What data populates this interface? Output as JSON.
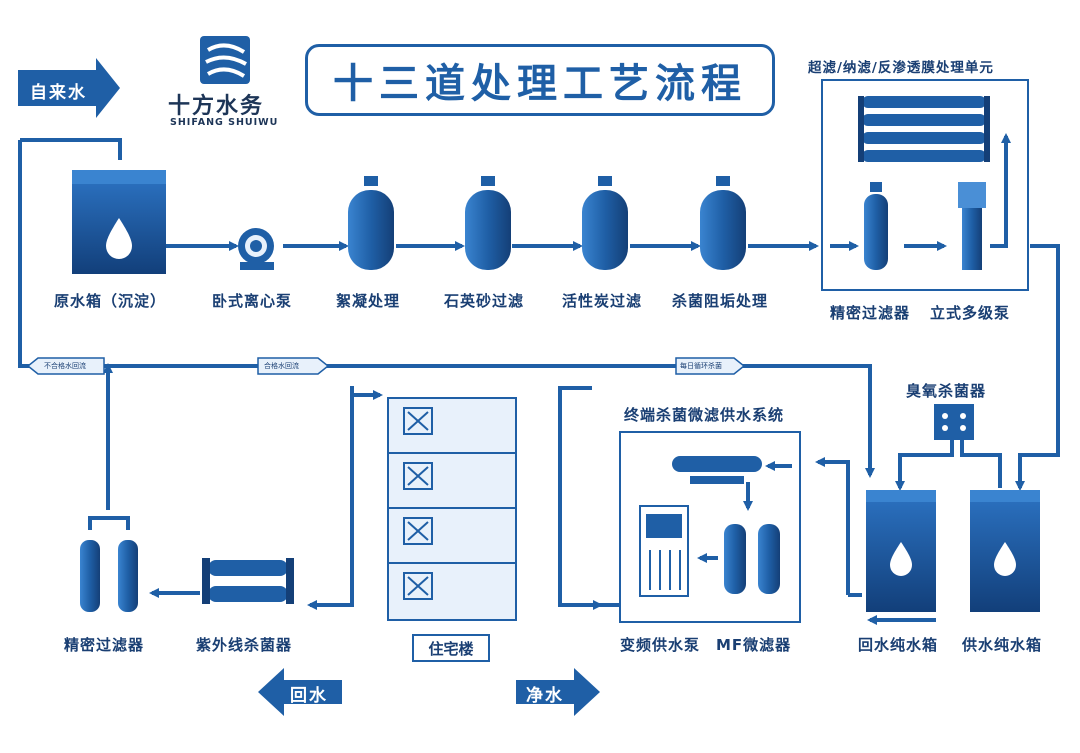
{
  "title": "十三道处理工艺流程",
  "logo": {
    "name": "十方水务",
    "sub": "SHIFANG SHUIWU"
  },
  "inlet_label": "自来水",
  "stages": {
    "raw_tank": "原水箱（沉淀）",
    "pump": "卧式离心泵",
    "floc": "絮凝处理",
    "sand": "石英砂过滤",
    "carbon": "活性炭过滤",
    "scale": "杀菌阻垢处理",
    "membrane_unit": "超滤/纳滤/反渗透膜处理单元",
    "precision_filter": "精密过滤器",
    "vertical_pump": "立式多级泵",
    "ozone": "臭氧杀菌器",
    "return_tank": "回水纯水箱",
    "supply_tank": "供水纯水箱",
    "terminal_system": "终端杀菌微滤供水系统",
    "vf_pump": "变频供水泵",
    "mf_filter": "MF微滤器",
    "building": "住宅楼",
    "uv": "紫外线杀菌器",
    "precision_filter_2": "精密过滤器"
  },
  "flow_tags": {
    "unqualified": "不合格水回流",
    "qualified": "合格水回流",
    "daily": "每日循环杀菌"
  },
  "legend": {
    "return": "回水",
    "clean": "净水"
  },
  "colors": {
    "primary": "#1f5fa6",
    "dark": "#1a3f73",
    "light": "#e8f1fb"
  }
}
